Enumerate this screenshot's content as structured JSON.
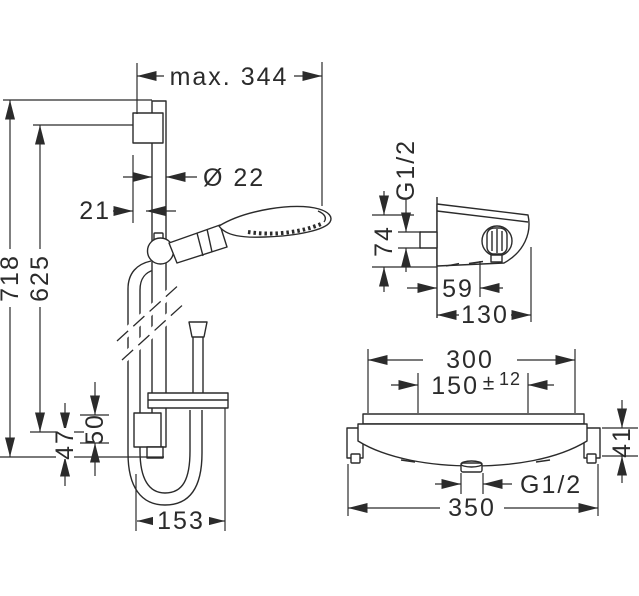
{
  "colors": {
    "line": "#2b2b2b",
    "background": "#ffffff"
  },
  "left_view": {
    "max_width": "max. 344",
    "bar_diameter": "Ø 22",
    "wall_offset": "21",
    "bar_length": "718",
    "hole_distance": "625",
    "lower_offset": "47",
    "bracket_height": "50",
    "hose_loop_width": "153"
  },
  "side_view": {
    "connection_thread": "G1/2",
    "body_height": "74",
    "handle_distance": "59",
    "total_depth": "130"
  },
  "front_view": {
    "body_width": "300",
    "connection_distance": "150",
    "tolerance_sign": "±",
    "tolerance_value": "12",
    "body_height": "41",
    "outlet_thread": "G1/2",
    "total_width": "350"
  }
}
